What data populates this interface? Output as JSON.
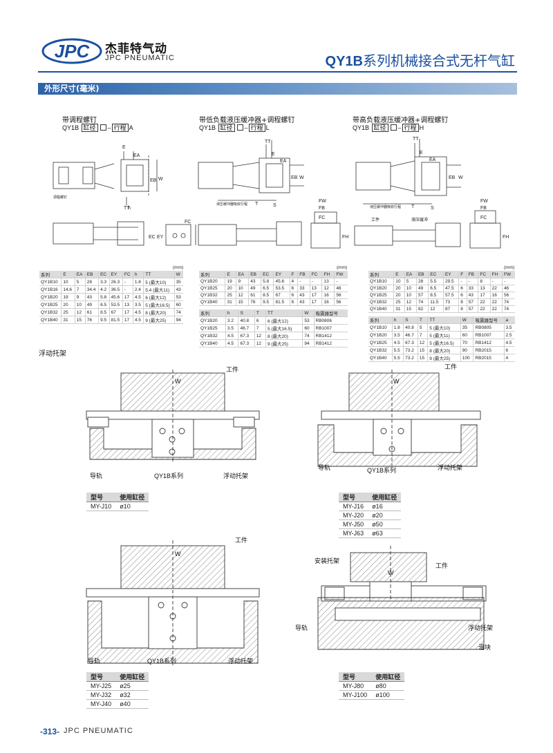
{
  "header": {
    "logo_text": "JPC",
    "brand_cn": "杰菲特气动",
    "brand_en": "JPC PNEUMATIC",
    "title_model": "QY1B",
    "title_desc": "系列机械接合式无杆气缸"
  },
  "section": {
    "title": "外形尺寸(毫米)"
  },
  "variants": [
    {
      "title": "带调程螺钉",
      "code_prefix": "QY1B",
      "code_box1": "缸径",
      "code_box2": "行程",
      "code_suffix": "A"
    },
    {
      "title": "带低负载液压缓冲器+调程螺钉",
      "code_prefix": "QY1B",
      "code_box1": "缸径",
      "code_box2": "行程",
      "code_suffix": "L"
    },
    {
      "title": "带高负载液压缓冲器+调程螺钉",
      "code_prefix": "QY1B",
      "code_box1": "缸径",
      "code_box2": "行程",
      "code_suffix": "H"
    }
  ],
  "diagram_labels": {
    "E": "E",
    "EA": "EA",
    "EB": "EB",
    "W": "W",
    "h": "h",
    "TT": "TT",
    "T": "T",
    "S": "S",
    "FC": "FC",
    "EC": "EC",
    "EY": "EY",
    "FW": "FW",
    "FB": "FB",
    "FH": "FH",
    "adjust_screw": "调程螺钉",
    "shock_stroke": "液压缓冲器吸收行程",
    "hydraulic_shock": "液压缓冲",
    "workpiece": "工件"
  },
  "table_a": {
    "unit": "(mm)",
    "headers": [
      "系列",
      "E",
      "EA",
      "EB",
      "EC",
      "EY",
      "FC",
      "h",
      "TT",
      "W"
    ],
    "rows": [
      [
        "QY1B10",
        "10",
        "5",
        "28",
        "3.3",
        "26.3",
        "-",
        "1.8",
        "5 (最大10)",
        "35"
      ],
      [
        "QY1B16",
        "14.6",
        "7",
        "34.4",
        "4.2",
        "36.5",
        "-",
        "2.4",
        "5.4 (最大11)",
        "43"
      ],
      [
        "QY1B20",
        "19",
        "9",
        "43",
        "5.8",
        "45.6",
        "17",
        "4.5",
        "6 (最大12)",
        "53"
      ],
      [
        "QY1B25",
        "20",
        "10",
        "49",
        "6.5",
        "53.5",
        "13",
        "3.5",
        "5 (最大16.5)",
        "60"
      ],
      [
        "QY1B32",
        "25",
        "12",
        "61",
        "8.5",
        "67",
        "17",
        "4.5",
        "8 (最大20)",
        "74"
      ],
      [
        "QY1B40",
        "31",
        "15",
        "76",
        "9.5",
        "81.5",
        "17",
        "4.5",
        "9 (最大25)",
        "94"
      ]
    ]
  },
  "table_l1": {
    "unit": "(mm)",
    "headers": [
      "系列",
      "E",
      "EA",
      "EB",
      "EC",
      "EY",
      "F",
      "FB",
      "FC",
      "FH",
      "FW"
    ],
    "rows": [
      [
        "QY1B20",
        "19",
        "9",
        "43",
        "5.8",
        "45.6",
        "4",
        "-",
        "-",
        "13",
        "-"
      ],
      [
        "QY1B25",
        "20",
        "10",
        "49",
        "6.5",
        "53.5",
        "6",
        "33",
        "13",
        "12",
        "46"
      ],
      [
        "QY1B32",
        "25",
        "12",
        "61",
        "8.5",
        "67",
        "6",
        "43",
        "17",
        "16",
        "56"
      ],
      [
        "QY1B40",
        "31",
        "15",
        "76",
        "9.5",
        "81.5",
        "6",
        "43",
        "17",
        "16",
        "56"
      ]
    ]
  },
  "table_l2": {
    "headers": [
      "系列",
      "h",
      "S",
      "T",
      "TT",
      "W",
      "吸震器型号"
    ],
    "rows": [
      [
        "QY1B20",
        "3.2",
        "40.8",
        "6",
        "6 (最大12)",
        "53",
        "RB0806"
      ],
      [
        "QY1B25",
        "3.5",
        "46.7",
        "7",
        "5 (最大16.5)",
        "60",
        "RB1007"
      ],
      [
        "QY1B32",
        "4.5",
        "67.3",
        "12",
        "8 (最大20)",
        "74",
        "RB1412"
      ],
      [
        "QY1B40",
        "4.5",
        "67.3",
        "12",
        "9 (最大25)",
        "94",
        "RB1412"
      ]
    ]
  },
  "table_h1": {
    "unit": "(mm)",
    "headers": [
      "系列",
      "E",
      "EA",
      "EB",
      "EC",
      "EY",
      "F",
      "FB",
      "FC",
      "FH",
      "FW"
    ],
    "rows": [
      [
        "QY1B10",
        "10",
        "5",
        "28",
        "5.5",
        "29.5",
        "-",
        "-",
        "8",
        "-",
        "-"
      ],
      [
        "QY1B20",
        "20",
        "10",
        "49",
        "6.5",
        "47.5",
        "6",
        "33",
        "13",
        "22",
        "46"
      ],
      [
        "QY1B25",
        "20",
        "10",
        "57",
        "8.5",
        "57.5",
        "6",
        "43",
        "17",
        "16",
        "56"
      ],
      [
        "QY1B32",
        "25",
        "12",
        "74",
        "11.5",
        "73",
        "8",
        "57",
        "22",
        "22",
        "74"
      ],
      [
        "QY1B40",
        "31",
        "15",
        "82",
        "12",
        "87",
        "8",
        "57",
        "22",
        "22",
        "74"
      ]
    ]
  },
  "table_h2": {
    "headers": [
      "系列",
      "h",
      "S",
      "T",
      "TT",
      "W",
      "吸震器型号",
      "a"
    ],
    "rows": [
      [
        "QY1B10",
        "1.8",
        "40.8",
        "5",
        "5 (最大10)",
        "35",
        "RB0805",
        "3.5"
      ],
      [
        "QY1B20",
        "3.5",
        "46.7",
        "7",
        "5 (最大11)",
        "60",
        "RB1007",
        "2.5"
      ],
      [
        "QY1B25",
        "4.5",
        "67.3",
        "12",
        "5 (最大16.5)",
        "70",
        "RB1412",
        "4.5"
      ],
      [
        "QY1B32",
        "5.5",
        "73.2",
        "15",
        "8 (最大20)",
        "90",
        "RB2015",
        "6"
      ],
      [
        "QY1B40",
        "5.5",
        "73.2",
        "15",
        "9 (最大25)",
        "100",
        "RB2015",
        "4"
      ]
    ]
  },
  "floating": {
    "title": "浮动托架",
    "labels": {
      "guide": "导轨",
      "series": "QY1B系列",
      "bracket": "浮动托架",
      "workpiece": "工件",
      "mount_bracket": "安装托架",
      "slider": "滑块",
      "W": "W"
    },
    "model_header": [
      "型号",
      "使用缸径"
    ],
    "models_1": [
      [
        "MY-J10",
        "ø10"
      ]
    ],
    "models_2": [
      [
        "MY-J16",
        "ø16"
      ],
      [
        "MY-J20",
        "ø20"
      ],
      [
        "MY-J50",
        "ø50"
      ],
      [
        "MY-J63",
        "ø63"
      ]
    ],
    "models_3": [
      [
        "MY-J25",
        "ø25"
      ],
      [
        "MY-J32",
        "ø32"
      ],
      [
        "MY-J40",
        "ø40"
      ]
    ],
    "models_4": [
      [
        "MY-J80",
        "ø80"
      ],
      [
        "MY-J100",
        "ø100"
      ]
    ]
  },
  "footer": {
    "page": "-313-",
    "brand": "JPC PNEUMATIC"
  },
  "colors": {
    "accent": "#1a4fa0",
    "hatch": "#888888"
  }
}
